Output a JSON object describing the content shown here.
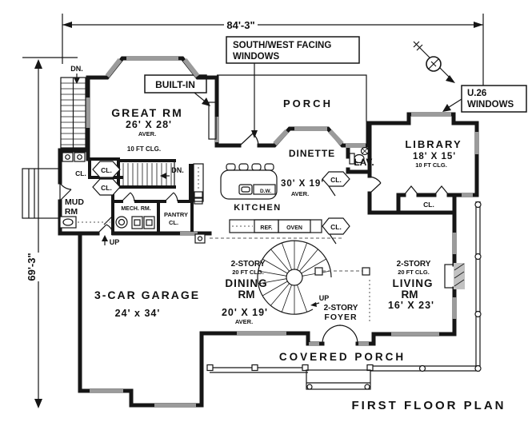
{
  "title": "FIRST FLOOR PLAN",
  "dimensions": {
    "width": "84'-3\"",
    "height": "69'-3\""
  },
  "callouts": {
    "southwest_line1": "SOUTH/WEST FACING",
    "southwest_line2": "WINDOWS",
    "built_in": "BUILT-IN",
    "u26_line1": "U.26",
    "u26_line2": "WINDOWS"
  },
  "rooms": {
    "great": {
      "name": "GREAT RM",
      "size": "26' X 28'",
      "aver": "AVER.",
      "clg": "10 FT CLG."
    },
    "porch": {
      "name": "PORCH"
    },
    "dinette": {
      "name": "DINETTE"
    },
    "library": {
      "name": "LIBRARY",
      "size": "18' X 15'",
      "clg": "10 FT CLG."
    },
    "lav": {
      "name": "LAV."
    },
    "kitchen": {
      "name": "KITCHEN",
      "size": "30' X 19'",
      "aver": "AVER."
    },
    "mud": {
      "line1": "MUD",
      "line2": "RM"
    },
    "mech": {
      "name": "MECH. RM."
    },
    "pantry": {
      "line1": "PANTRY",
      "line2": "CL."
    },
    "garage": {
      "name": "3-CAR GARAGE",
      "size": "24' x 34'"
    },
    "dining": {
      "story": "2-STORY",
      "clg": "20 FT CLG.",
      "line1": "DINING",
      "line2": "RM",
      "size": "20' X 19'",
      "aver": "AVER."
    },
    "foyer": {
      "story": "2-STORY",
      "name": "FOYER"
    },
    "living": {
      "story": "2-STORY",
      "clg": "20 FT CLG.",
      "line1": "LIVING",
      "line2": "RM",
      "size": "16' X 23'"
    },
    "covered_porch": {
      "name": "COVERED PORCH"
    }
  },
  "markers": {
    "dn": "DN.",
    "up": "UP",
    "cl": "CL.",
    "ref": "REF.",
    "oven": "OVEN",
    "dw": "D.W."
  },
  "colors": {
    "wall": "#161616",
    "window": "#9b9b9b",
    "paper": "#ffffff"
  }
}
